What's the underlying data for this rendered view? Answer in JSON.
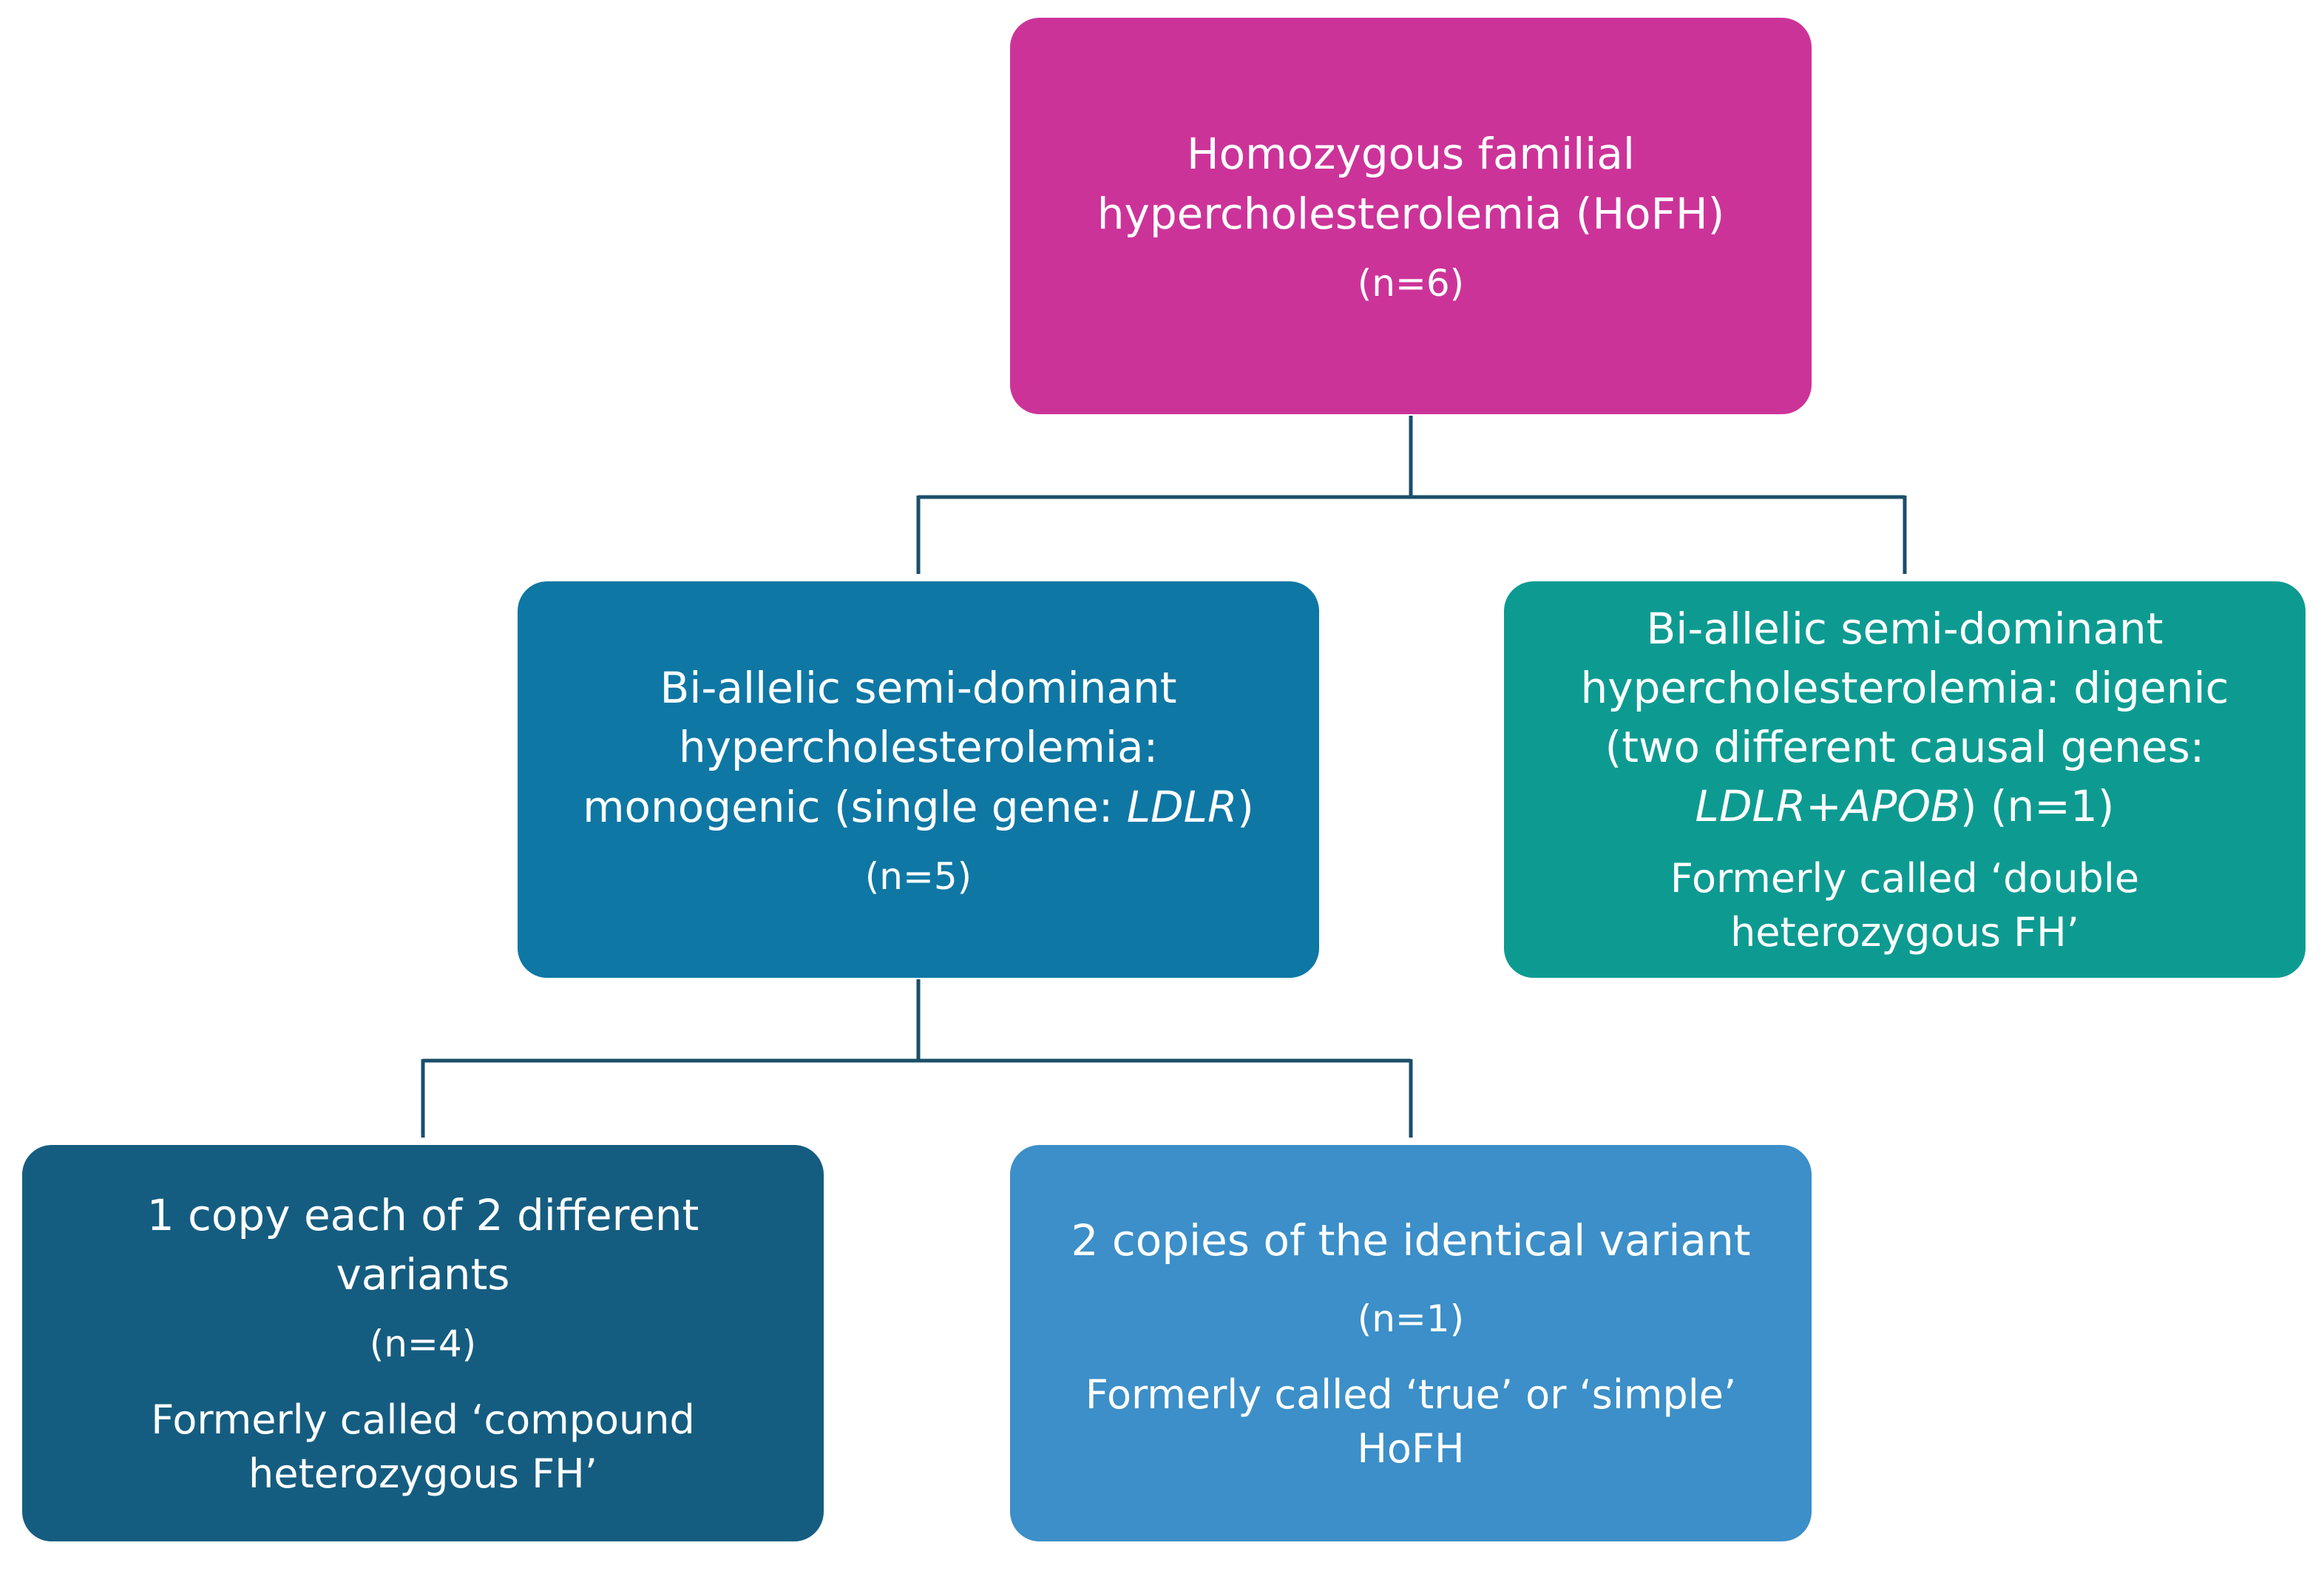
{
  "colors": {
    "root": "#cc3399",
    "monogenic": "#0f77a4",
    "digenic": "#0d9b91",
    "compound": "#155d80",
    "identical": "#3c8fc8",
    "connector": "#1b4f6a"
  },
  "root": {
    "title_line1": "Homozygous familial",
    "title_line2": "hypercholesterolemia (HoFH)",
    "count": "(n=6)"
  },
  "monogenic": {
    "title_line1": "Bi-allelic semi-dominant",
    "title_line2": "hypercholesterolemia:",
    "title_line3_prefix": "monogenic (single gene: ",
    "title_line3_gene": "LDLR",
    "title_line3_suffix": ")",
    "count": "(n=5)"
  },
  "digenic": {
    "title_line1": "Bi-allelic semi-dominant",
    "title_line2": "hypercholesterolemia: digenic",
    "title_line3": "(two different causal genes:",
    "gene1": "LDLR",
    "plus": "+",
    "gene2": "APOB",
    "title_line4_suffix": ") (n=1)",
    "note_line1": "Formerly called ‘double",
    "note_line2": "heterozygous FH’"
  },
  "compound": {
    "title_line1": "1 copy each of 2 different",
    "title_line2": "variants",
    "count": "(n=4)",
    "note_line1": "Formerly called ‘compound",
    "note_line2": "heterozygous FH’"
  },
  "identical": {
    "title_line1": "2 copies of the identical variant",
    "count": "(n=1)",
    "note_line1": "Formerly called ‘true’ or ‘simple’",
    "note_line2": "HoFH"
  }
}
